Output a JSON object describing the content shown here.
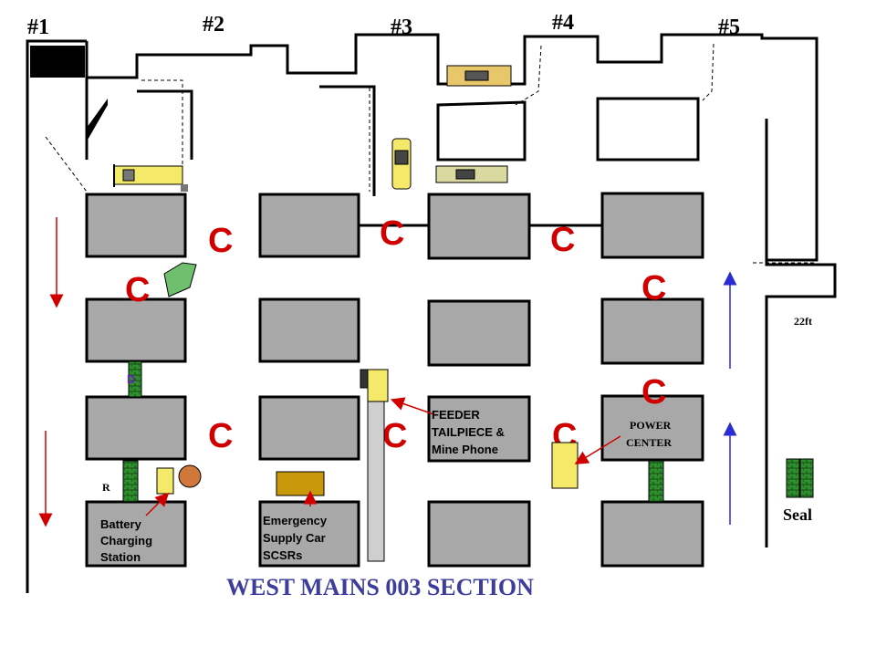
{
  "entries": [
    "#1",
    "#2",
    "#3",
    "#4",
    "#5"
  ],
  "crosscut_mark": "C",
  "labels": {
    "feeder": [
      "FEEDER",
      "TAILPIECE &",
      "Mine Phone"
    ],
    "power_center": [
      "POWER",
      "CENTER"
    ],
    "battery": [
      "Battery",
      "Charging",
      "Station"
    ],
    "emergency": [
      "Emergency",
      "Supply Car",
      "SCSRs"
    ],
    "distance": "22ft",
    "seal": "Seal",
    "r_marker": "R",
    "d_marker": "D"
  },
  "section_title": "WEST MAINS 003 SECTION",
  "colors": {
    "pillar": "#a8a8a8",
    "crosscut_mark": "#d10000",
    "intake_arrow": "#d10000",
    "return_arrow": "#2b2bd6",
    "stopping": "#2f8f2f",
    "title": "#3d3d9b",
    "supply_car": "#c9970a",
    "equipment": "#f5e96a"
  }
}
